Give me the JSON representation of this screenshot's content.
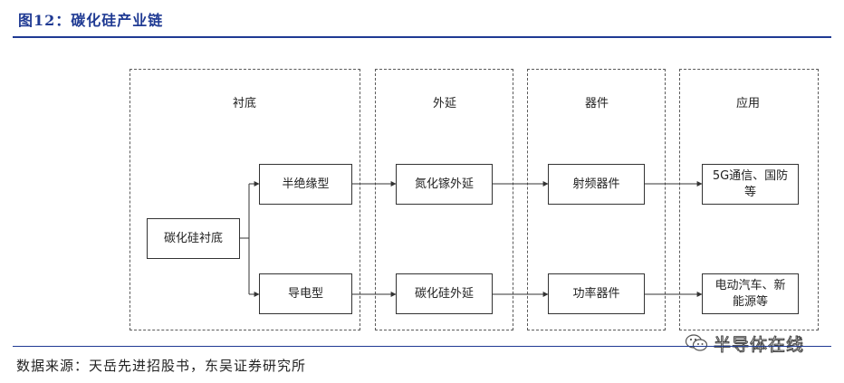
{
  "figure": {
    "title": "图12：碳化硅产业链",
    "source": "数据来源：天岳先进招股书，东吴证券研究所",
    "watermark": "半导体在线"
  },
  "columns": [
    {
      "label": "衬底"
    },
    {
      "label": "外延"
    },
    {
      "label": "器件"
    },
    {
      "label": "应用"
    }
  ],
  "nodes": {
    "substrate": "碳化硅衬底",
    "semi_insulating": "半绝缘型",
    "conductive": "导电型",
    "gan_epi": "氮化镓外延",
    "sic_epi": "碳化硅外延",
    "rf_device": "射频器件",
    "power_device": "功率器件",
    "app_5g": "5G通信、国防等",
    "app_ev": "电动汽车、新能源等"
  },
  "colors": {
    "title": "#1f3a93",
    "rule": "#1f3a93",
    "line": "#333333",
    "dash": "#5a5a5a"
  },
  "icons": {
    "watermark": "wechat-icon"
  }
}
